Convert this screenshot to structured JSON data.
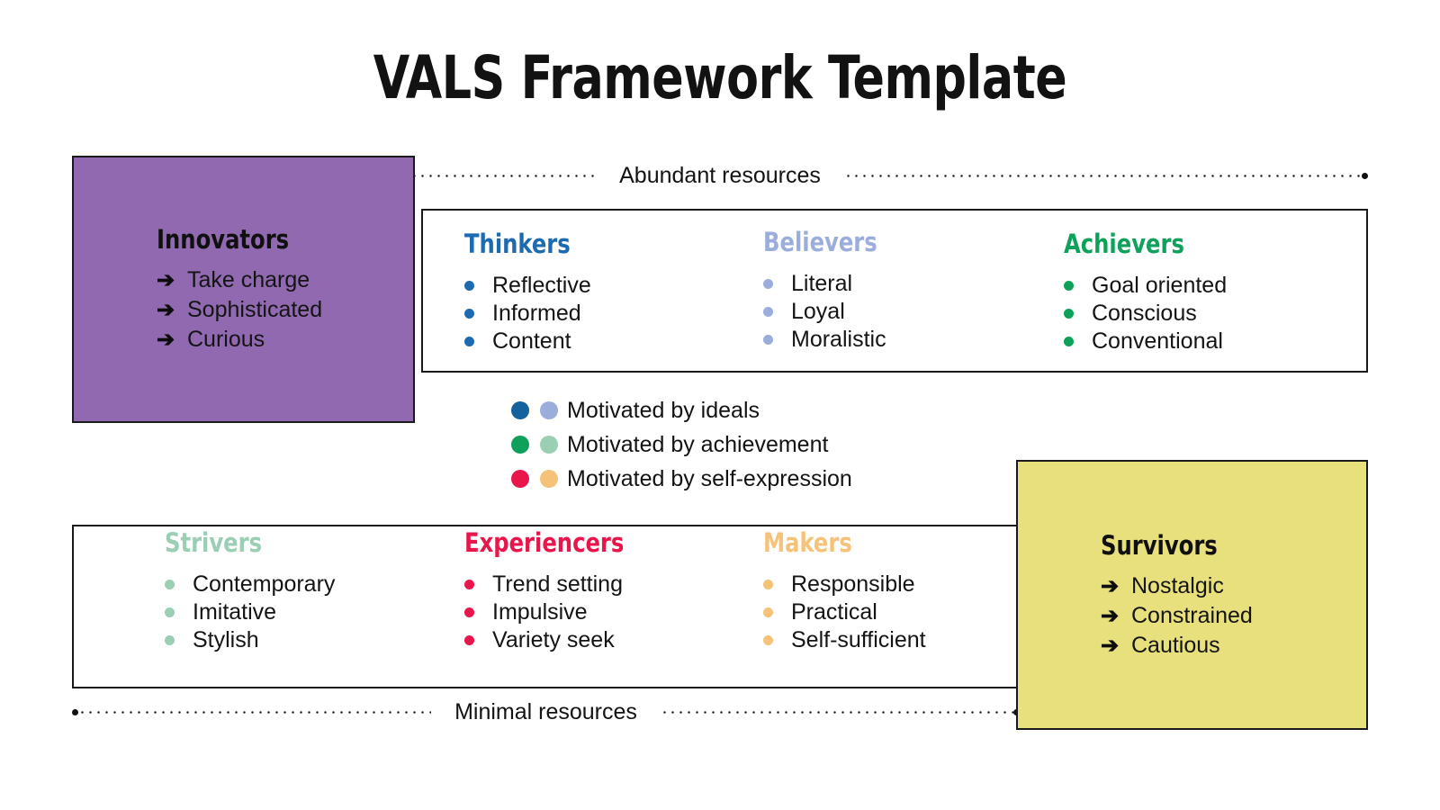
{
  "title": "VALS Framework Template",
  "colors": {
    "innovators_fill": "#9069B0",
    "survivors_fill": "#E8E07C",
    "thinkers": "#1C6BB0",
    "believers": "#9BAEDB",
    "achievers": "#0FA15C",
    "strivers": "#9ACFB4",
    "experiencers": "#E8164B",
    "makers": "#F5C279",
    "border": "#1a1a1a"
  },
  "axes": {
    "top_label": "Abundant resources",
    "bottom_label": "Minimal resources"
  },
  "corner_segments": [
    {
      "key": "innovators",
      "name": "Innovators",
      "arrow": "➔",
      "traits": [
        "Take charge",
        "Sophisticated",
        "Curious"
      ]
    },
    {
      "key": "survivors",
      "name": "Survivors",
      "arrow": "➔",
      "traits": [
        "Nostalgic",
        "Constrained",
        "Cautious"
      ]
    }
  ],
  "top_band": {
    "segments": [
      {
        "key": "thinkers",
        "name": "Thinkers",
        "color": "#1C6BB0",
        "traits": [
          "Reflective",
          "Informed",
          "Content"
        ]
      },
      {
        "key": "believers",
        "name": "Believers",
        "color": "#9BAEDB",
        "traits": [
          "Literal",
          "Loyal",
          "Moralistic"
        ]
      },
      {
        "key": "achievers",
        "name": "Achievers",
        "color": "#0FA15C",
        "traits": [
          "Goal oriented",
          "Conscious",
          "Conventional"
        ]
      }
    ]
  },
  "bottom_band": {
    "segments": [
      {
        "key": "strivers",
        "name": "Strivers",
        "color": "#9ACFB4",
        "traits": [
          "Contemporary",
          "Imitative",
          "Stylish"
        ]
      },
      {
        "key": "experiencers",
        "name": "Experiencers",
        "color": "#E8164B",
        "traits": [
          "Trend setting",
          "Impulsive",
          "Variety seek"
        ]
      },
      {
        "key": "makers",
        "name": "Makers",
        "color": "#F5C279",
        "traits": [
          "Responsible",
          "Practical",
          "Self-sufficient"
        ]
      }
    ]
  },
  "legend": {
    "items": [
      {
        "label": "Motivated by ideals",
        "dark": "#15619E",
        "light": "#9BAEDB"
      },
      {
        "label": "Motivated by achievement",
        "dark": "#0FA15C",
        "light": "#9ACFB4"
      },
      {
        "label": "Motivated by self-expression",
        "dark": "#E8164B",
        "light": "#F5C279"
      }
    ]
  }
}
